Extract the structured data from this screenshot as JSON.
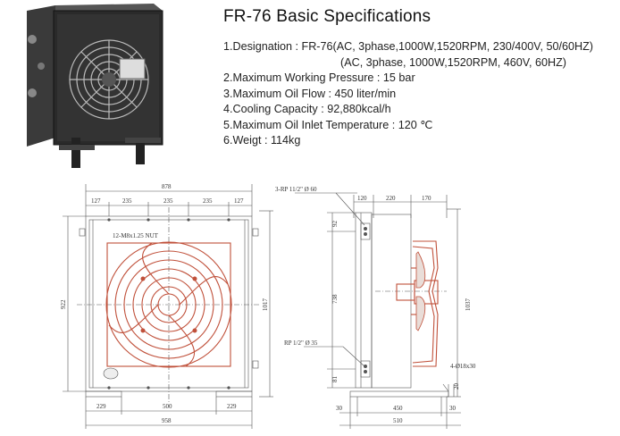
{
  "product": {
    "title": "FR-76 Basic Specifications"
  },
  "specs": [
    "1.Designation : FR-76(AC, 3phase,1000W,1520RPM, 230/400V, 50/60HZ)",
    "(AC, 3phase, 1000W,1520RPM, 460V, 60HZ)",
    "2.Maximum Working Pressure : 15 bar",
    "3.Maximum Oil Flow : 450 liter/min",
    "4.Cooling Capacity : 92,880kcal/h",
    "5.Maximum Oil Inlet Temperature : 120 ℃",
    "6.Weigt : 114kg"
  ],
  "front_view": {
    "top_total": "878",
    "top_segments": [
      "127",
      "235",
      "235",
      "235",
      "127"
    ],
    "nut_note": "12-M8x1.25 NUT",
    "left_height": "922",
    "right_height": "1017",
    "bottom_segments": [
      "229",
      "500",
      "229"
    ],
    "bottom_total": "958"
  },
  "side_view": {
    "port_top": "3-RP 11/2\" Ø 60",
    "port_bottom": "RP 1/2\" Ø 35",
    "top_dims": [
      "120",
      "220",
      "170"
    ],
    "left_top": "92",
    "core_height": "738",
    "left_bottom": "81",
    "total_height": "1037",
    "bottom_dims": [
      "30",
      "450",
      "30"
    ],
    "bottom_total": "510",
    "slot_note": "4-Ø18x30",
    "foot": "20"
  }
}
